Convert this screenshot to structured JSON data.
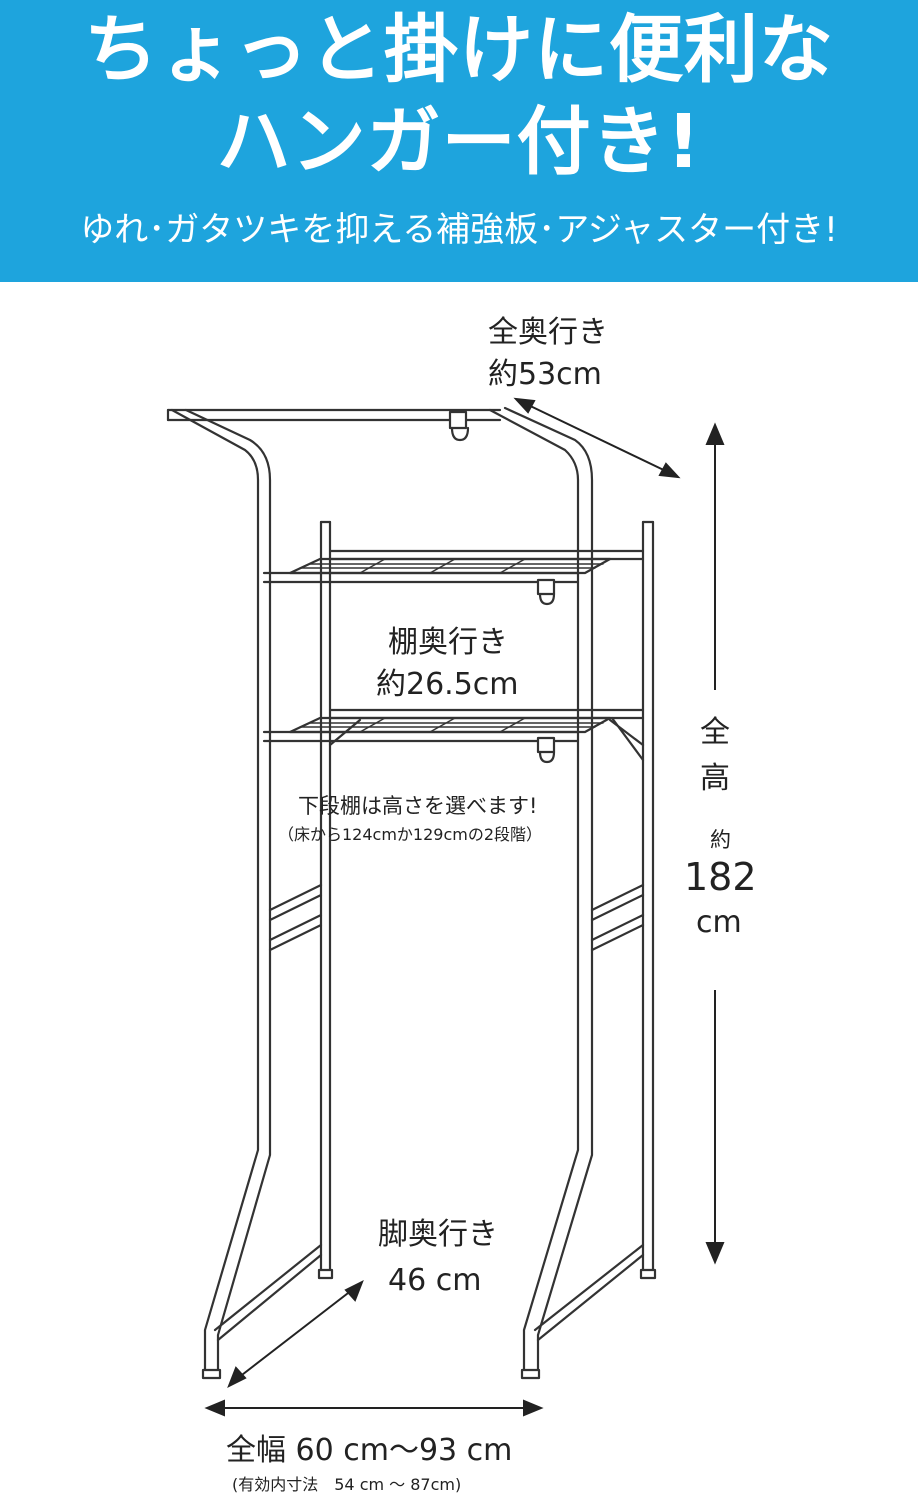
{
  "banner": {
    "title_line1": "ちょっと掛けに便利な",
    "title_line2": "ハンガー付き!",
    "subtitle": "ゆれ･ガタツキを抑える補強板･アジャスター付き!",
    "background_color": "#1ea4dd"
  },
  "labels": {
    "top_depth_title": "全奥行き",
    "top_depth_value": "約53cm",
    "shelf_depth_title": "棚奥行き",
    "shelf_depth_value": "約26.5cm",
    "lower_shelf_note": "下段棚は高さを選べます!",
    "lower_shelf_detail": "（床から124cmか129cmの2段階）",
    "height_char1": "全",
    "height_char2": "高",
    "height_approx": "約",
    "height_value": "182",
    "height_unit": "cm",
    "leg_depth_title": "脚奥行き",
    "leg_depth_value": "46 cm",
    "width_title": "全幅 60 cm～93 cm",
    "width_inner": "(有効内寸法　54 cm ～ 87cm)"
  }
}
